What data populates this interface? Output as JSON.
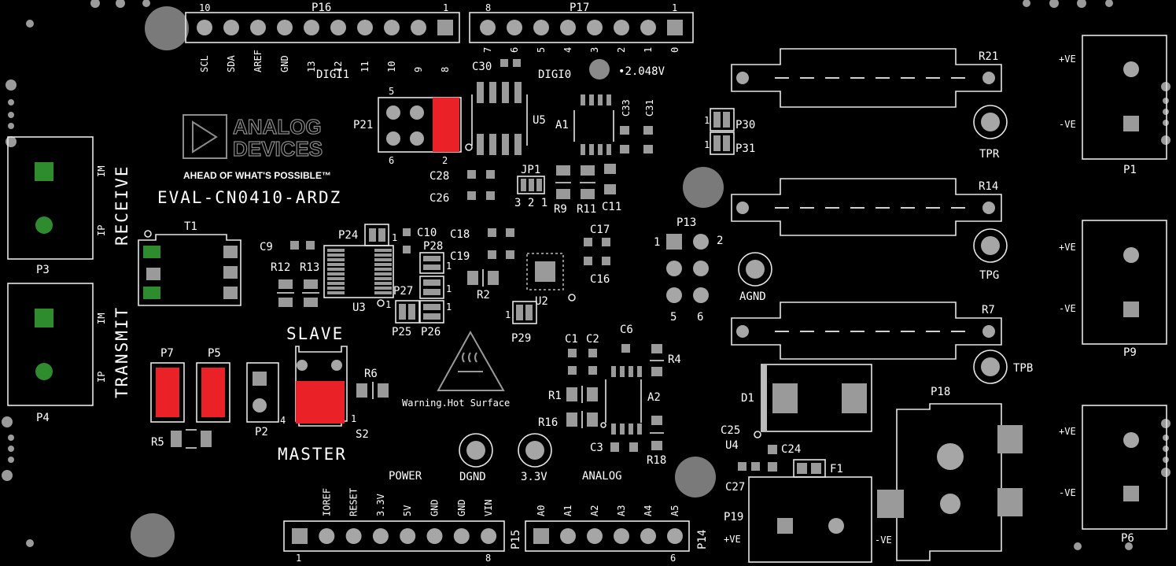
{
  "board": {
    "name": "EVAL-CN0410-ARDZ",
    "logo_text": [
      "ANALOG",
      "DEVICES"
    ],
    "tagline": "AHEAD OF WHAT'S POSSIBLE™",
    "receive": "RECEIVE",
    "transmit": "TRANSMIT",
    "slave": "SLAVE",
    "master": "MASTER",
    "warning": "Warning.Hot Surface",
    "power_label": "POWER",
    "analog_label": "ANALOG",
    "digi1": "DIGI1",
    "digi0": "DIGI0",
    "voltage_ref": "2.048V",
    "dgnd": "DGND",
    "v33": "3.3V",
    "agnd": "AGND"
  },
  "headers": {
    "p16": {
      "name": "P16",
      "first": "10",
      "last": "1",
      "pins": [
        "SCL",
        "SDA",
        "AREF",
        "GND",
        "13",
        "12",
        "11",
        "10",
        "9",
        "8"
      ]
    },
    "p17": {
      "name": "P17",
      "first": "8",
      "last": "1",
      "pins": [
        "7",
        "6",
        "5",
        "4",
        "3",
        "2",
        "1",
        "0"
      ]
    },
    "p15": {
      "name": "P15",
      "first": "1",
      "last": "8",
      "pins": [
        "IOREF",
        "RESET",
        "3.3V",
        "5V",
        "GND",
        "GND",
        "VIN"
      ]
    },
    "p14": {
      "name": "P14",
      "last": "6",
      "pins": [
        "A0",
        "A1",
        "A2",
        "A3",
        "A4",
        "A5"
      ]
    }
  },
  "connectors": {
    "p3": {
      "name": "P3",
      "im": "IM",
      "ip": "IP"
    },
    "p4": {
      "name": "P4",
      "im": "IM",
      "ip": "IP"
    },
    "p1": {
      "name": "P1",
      "pos": "+VE",
      "neg": "-VE"
    },
    "p9": {
      "name": "P9",
      "pos": "+VE",
      "neg": "-VE"
    },
    "p6": {
      "name": "P6",
      "pos": "+VE",
      "neg": "-VE"
    },
    "p19": {
      "name": "P19",
      "pos": "+VE"
    },
    "p18": {
      "name": "P18",
      "neg": "-VE"
    }
  },
  "designators": {
    "p21": "P21",
    "p21_5": "5",
    "p21_6": "6",
    "p21_2": "2",
    "u5": "U5",
    "a1": "A1",
    "c30": "C30",
    "c33": "C33",
    "c31": "C31",
    "c28": "C28",
    "c26": "C26",
    "jp1": "JP1",
    "jp1_pins": "3 2 1",
    "r9": "R9",
    "r11": "R11",
    "c11": "C11",
    "t1": "T1",
    "c9": "C9",
    "r12": "R12",
    "r13": "R13",
    "p24": "P24",
    "p24_1": "1",
    "c10": "C10",
    "c18": "C18",
    "c19": "C19",
    "p28": "P28",
    "p27": "P27",
    "u3": "U3",
    "u3_1": "1",
    "p25": "P25",
    "p26": "P26",
    "r2": "R2",
    "u2": "U2",
    "p29": "P29",
    "p29_1": "1",
    "c17": "C17",
    "c16": "C16",
    "p13": "P13",
    "p13_1": "1",
    "p13_2": "2",
    "p13_5": "5",
    "p13_6": "6",
    "p30": "P30",
    "p31": "P31",
    "one": "1",
    "r21": "R21",
    "tpr": "TPR",
    "r14": "R14",
    "tpg": "TPG",
    "r7": "R7",
    "tpb": "TPB",
    "p7": "P7",
    "p5": "P5",
    "r5": "R5",
    "p2": "P2",
    "p2_4": "4",
    "s2": "S2",
    "s2_1": "1",
    "r6": "R6",
    "c1": "C1",
    "c2": "C2",
    "c6": "C6",
    "r4": "R4",
    "r1": "R1",
    "r16": "R16",
    "a2": "A2",
    "c3": "C3",
    "r18": "R18",
    "d1": "D1",
    "c25": "C25",
    "u4": "U4",
    "c24": "C24",
    "f1": "F1",
    "c27": "C27"
  },
  "colors": {
    "background": "#000000",
    "silkscreen": "#ffffff",
    "pad": "#a6a6a6",
    "jumper": "#ea2227",
    "test_pad": "#2e8b2e"
  }
}
